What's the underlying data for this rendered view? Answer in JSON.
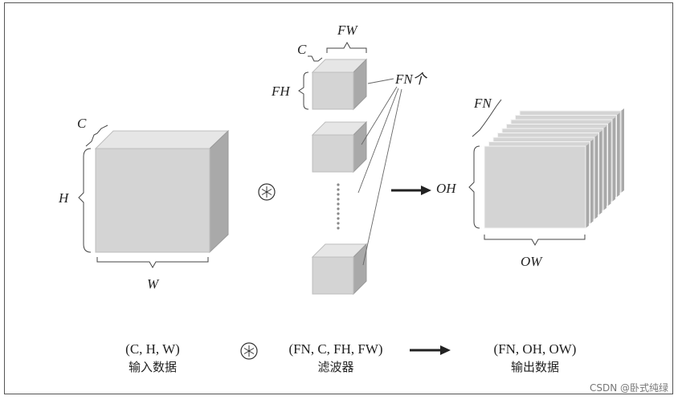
{
  "labels": {
    "input_C": "C",
    "input_H": "H",
    "input_W": "W",
    "filter_C": "C",
    "filter_FW": "FW",
    "filter_FH": "FH",
    "filter_count": "FN个",
    "output_FN": "FN",
    "output_OH": "OH",
    "output_OW": "OW",
    "conv_symbol": "⊛"
  },
  "captions": {
    "input_shape": "(C, H, W)",
    "input_name": "输入数据",
    "filter_shape": "(FN, C, FH, FW)",
    "filter_name": "滤波器",
    "output_shape": "(FN, OH, OW)",
    "output_name": "输出数据"
  },
  "watermark": "CSDN @卧式纯绿",
  "colors": {
    "face": "#d4d4d4",
    "top": "#e6e6e6",
    "side": "#a9a9a9",
    "edge": "#bdbdbd",
    "text": "#222222"
  }
}
